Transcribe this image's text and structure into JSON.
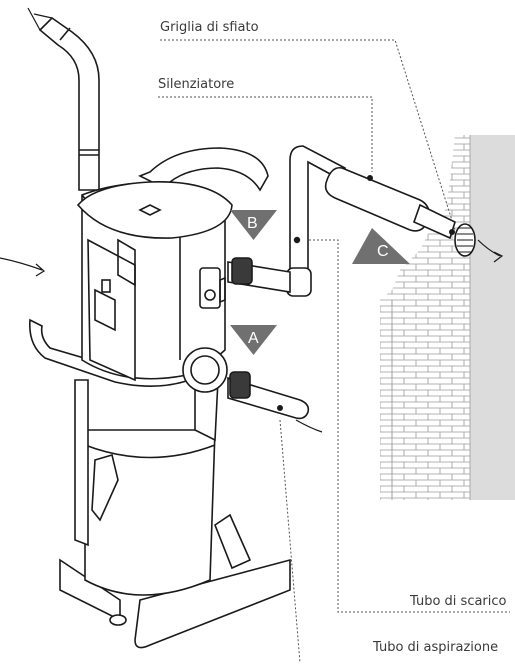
{
  "labels": {
    "vent_grille": "Griglia di sfiato",
    "silencer": "Silenziatore",
    "exhaust_pipe": "Tubo di scarico",
    "suction_pipe": "Tubo di aspirazione"
  },
  "markers": {
    "a": "A",
    "b": "B",
    "c": "C"
  },
  "colors": {
    "line": "#1a1a1a",
    "marker_fill": "#707070",
    "wall": "#dcdcdc",
    "brick": "#9a9a9a",
    "leader": "#555555"
  },
  "icons": {
    "rotation": "curved-arrow-icon",
    "airflow": "airflow-arrow-icon"
  }
}
